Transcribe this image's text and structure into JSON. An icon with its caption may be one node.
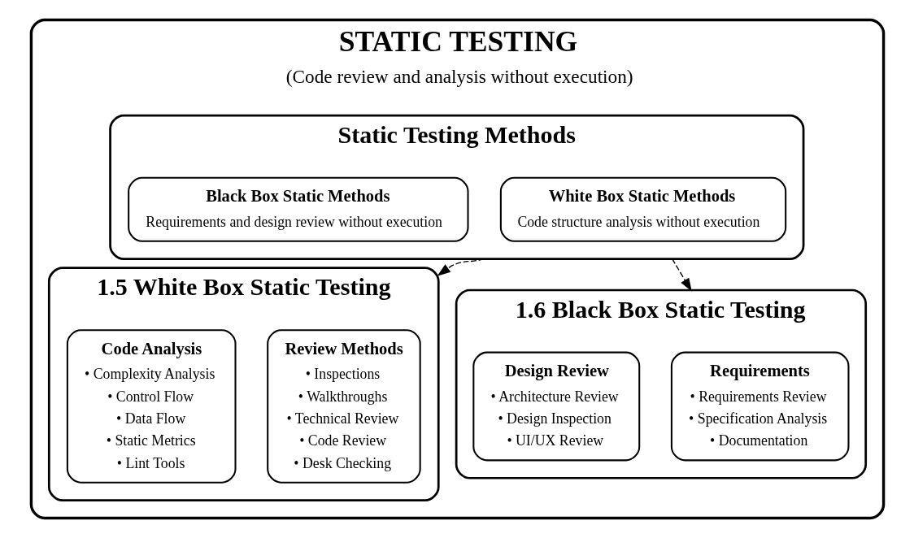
{
  "diagram": {
    "nodes": [
      {
        "text": [
          "STATIC TESTING",
          "(Code review and analysis without execution)"
        ]
      },
      {
        "text": [
          "Static Testing Methods"
        ],
        "in": 0
      },
      {
        "text": [
          "White Box Static Methods",
          "Code structure analysis without execution"
        ],
        "in": 1
      },
      {
        "text": [
          "Black Box Static Methods",
          "Requirements and design review without execution"
        ],
        "in": 1
      },
      {
        "text": [
          "1.5 White Box Static Testing"
        ],
        "in": 0
      },
      {
        "text": [
          "Review Methods",
          "• Inspections",
          "• Walkthroughs",
          "• Technical Review",
          "• Code Review",
          "• Desk Checking"
        ],
        "in": 4
      },
      {
        "text": [
          "Code Analysis",
          "• Complexity Analysis",
          "• Control Flow",
          "• Data Flow",
          "• Static Metrics",
          "• Lint Tools"
        ],
        "in": 4
      },
      {
        "text": [
          "1.6 Black Box Static Testing"
        ],
        "in": 0
      },
      {
        "text": [
          "Requirements",
          "• Requirements Review",
          "• Specification Analysis",
          "• Documentation"
        ],
        "in": 7
      },
      {
        "text": [
          "Design Review",
          "• Architecture Review",
          "• Design Inspection",
          "• UI/UX Review"
        ],
        "in": 7
      }
    ],
    "edges": [
      {
        "from": 1,
        "to": 4,
        "arrow": "to",
        "style": "dashed"
      },
      {
        "from": 1,
        "to": 7,
        "arrow": "to",
        "style": "dashed"
      }
    ]
  }
}
